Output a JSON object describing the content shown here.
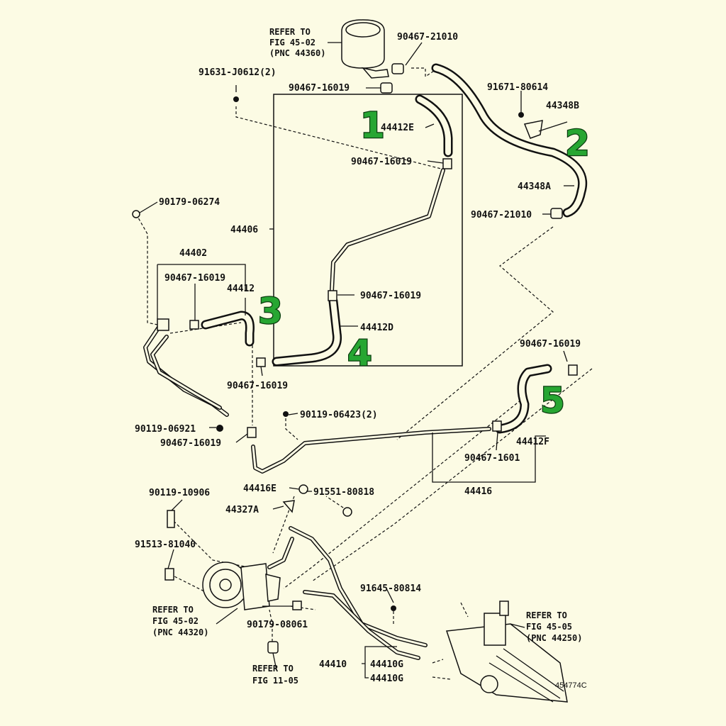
{
  "diagram": {
    "labels": {
      "refer_reservoir": "REFER TO",
      "refer_reservoir_fig": "FIG 45-02",
      "refer_reservoir_pnc": "(PNC 44360)",
      "p91631": "91631-J0612(2)",
      "p90467_21010_top": "90467-21010",
      "p90467_16019_top": "90467-16019",
      "p91671": "91671-80614",
      "p44348B": "44348B",
      "p44412E": "44412E",
      "p90467_16019_box_a": "90467-16019",
      "p44348A": "44348A",
      "p90467_21010_mid": "90467-21010",
      "p90179_06274": "90179-06274",
      "p44406": "44406",
      "p44402": "44402",
      "p90467_16019_left": "90467-16019",
      "p44412": "44412",
      "p90467_16019_box_b": "90467-16019",
      "p44412D": "44412D",
      "p90467_16019_right": "90467-16019",
      "p90467_16019_lower": "90467-16019",
      "p90119_06423": "90119-06423(2)",
      "p90119_06921": "90119-06921",
      "p90467_16019_leftlow": "90467-16019",
      "p44412F": "44412F",
      "p90467_1601_cut": "90467-1601",
      "p44416": "44416",
      "p44416E": "44416E",
      "p91551": "91551-80818",
      "p90119_10906": "90119-10906",
      "p44327A": "44327A",
      "p91513": "91513-81040",
      "p91645": "91645-80814",
      "refer_pump": "REFER TO",
      "refer_pump_fig": "FIG 45-02",
      "refer_pump_pnc": "(PNC 44320)",
      "p90179_08061": "90179-08061",
      "refer_gear": "REFER TO",
      "refer_gear_fig": "FIG 45-05",
      "refer_gear_pnc": "(PNC 44250)",
      "p44410": "44410",
      "p44410G_a": "44410G",
      "p44410G_b": "44410G",
      "refer_fig11": "REFER TO",
      "refer_fig11_fig": "FIG 11-05",
      "diagram_id": "454774C"
    },
    "callouts": [
      "1",
      "2",
      "3",
      "4",
      "5"
    ],
    "colors": {
      "callout": "#27a632",
      "background": "#fcfbe4",
      "ink": "#111111"
    }
  }
}
